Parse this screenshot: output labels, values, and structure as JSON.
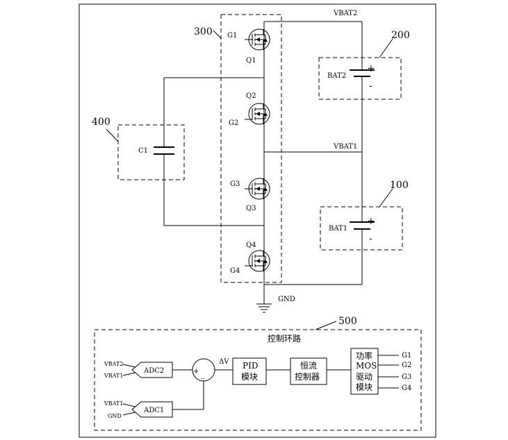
{
  "refs": {
    "r300": "300",
    "r200": "200",
    "r400": "400",
    "r100": "100",
    "r500": "500"
  },
  "nets": {
    "vbat2": "VBAT2",
    "vbat1": "VBAT1",
    "gnd": "GND"
  },
  "transistors": {
    "q1": {
      "gate": "G1",
      "name": "Q1"
    },
    "q2": {
      "gate": "G2",
      "name": "Q2"
    },
    "q3": {
      "gate": "G3",
      "name": "Q3"
    },
    "q4": {
      "gate": "G4",
      "name": "Q4"
    }
  },
  "batteries": {
    "bat2": "BAT2",
    "bat1": "BAT1",
    "plus": "+",
    "minus": "-"
  },
  "capacitor": {
    "c1": "C1"
  },
  "control": {
    "title": "控制环路",
    "adc2": "ADC2",
    "adc1": "ADC1",
    "in_vbat2": "VBAT2",
    "in_vbat1_a": "VBAT1",
    "in_vbat1_b": "VBAT1",
    "in_gnd": "GND",
    "sum_plus": "+",
    "sum_minus": "_",
    "delta_v": "ΔV",
    "pid_l1": "PID",
    "pid_l2": "模块",
    "cc_l1": "恒流",
    "cc_l2": "控制器",
    "drv_l1": "功率",
    "drv_l2": "MOS",
    "drv_l3": "驱动",
    "drv_l4": "模块",
    "out_g1": "G1",
    "out_g2": "G2",
    "out_g3": "G3",
    "out_g4": "G4"
  }
}
